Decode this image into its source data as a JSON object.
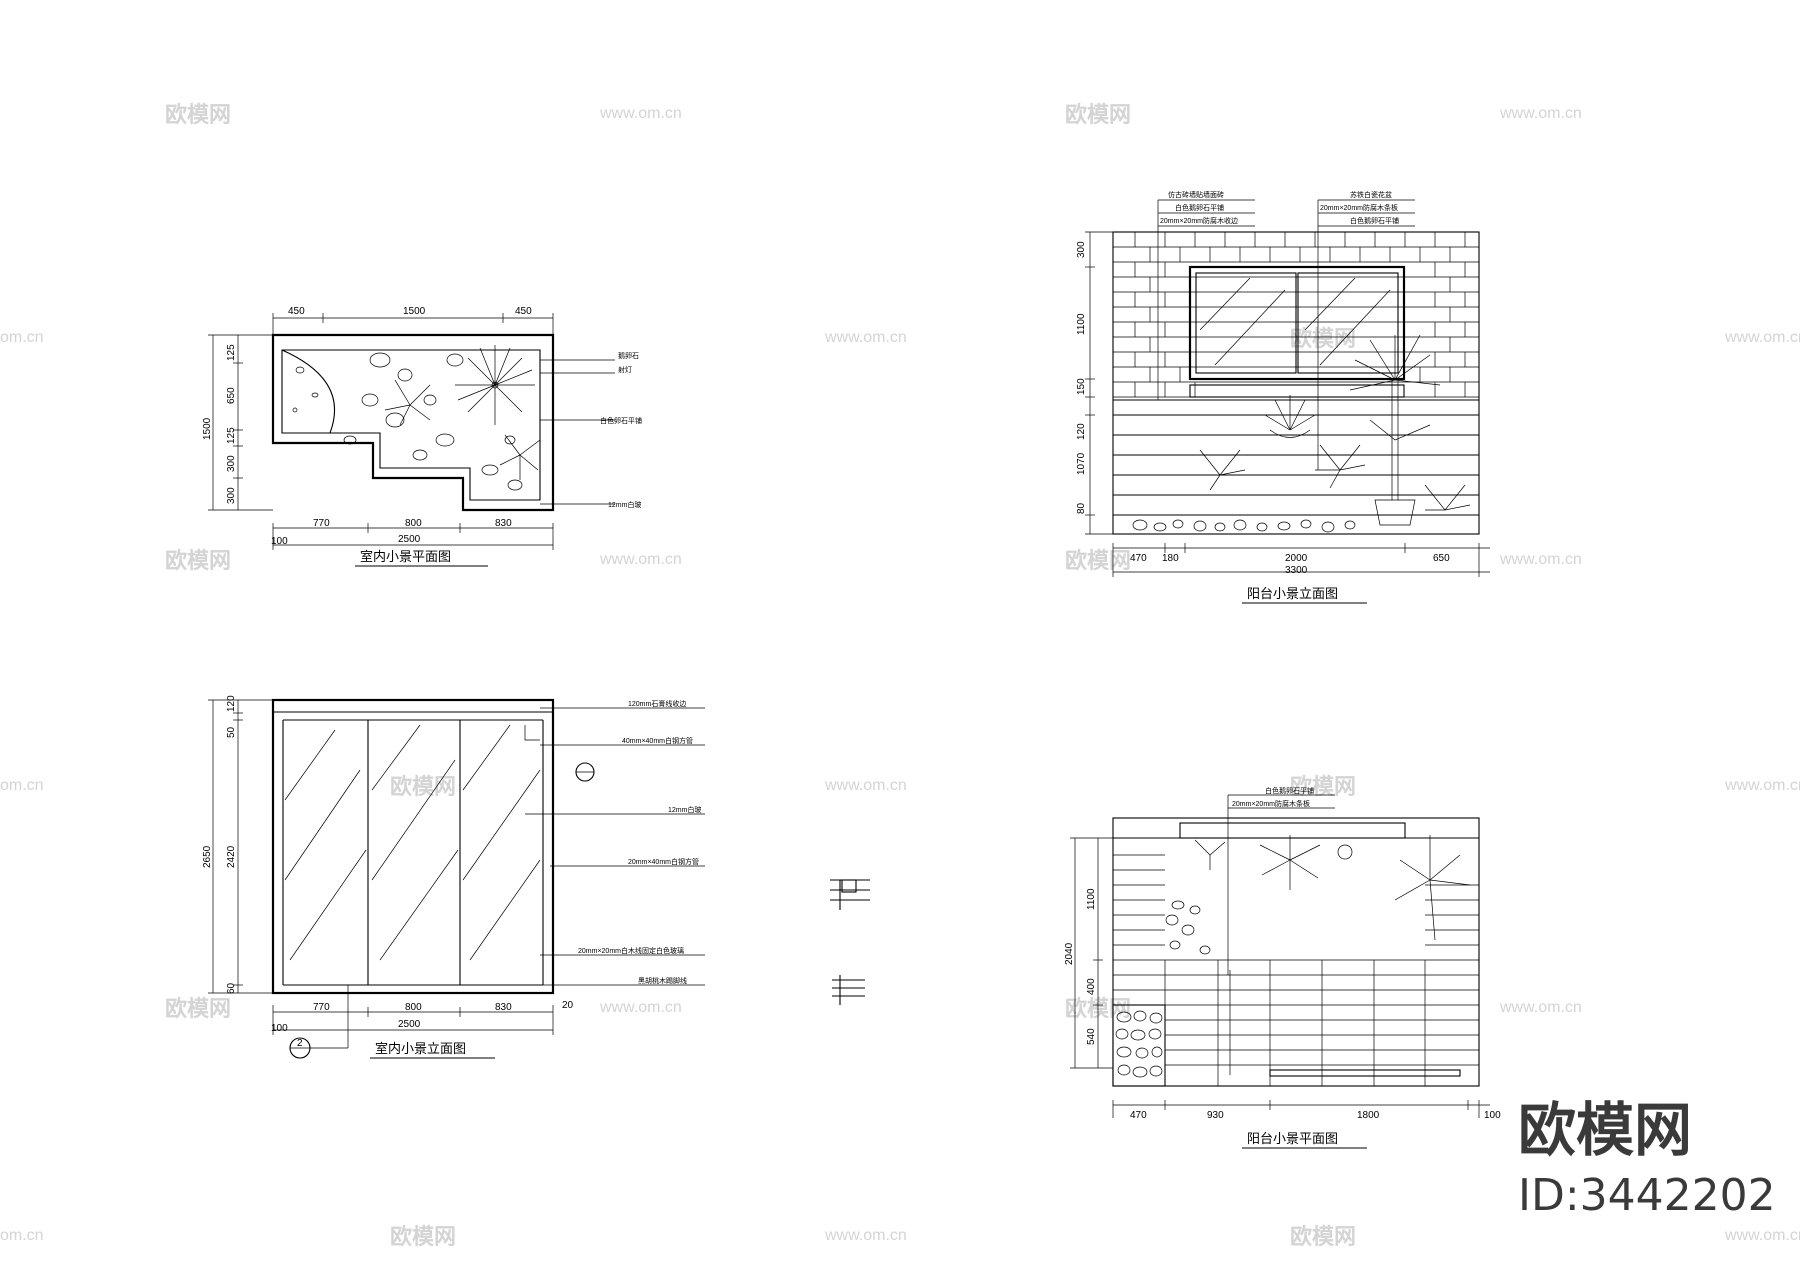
{
  "watermarks": {
    "cn": "欧模网",
    "url": "www.om.cn",
    "url_cut": "om.cn"
  },
  "brand": {
    "name": "欧模网",
    "id": "ID:3442202"
  },
  "drawings": {
    "indoor_plan": {
      "title": "室内小景平面图",
      "top_dims": [
        "450",
        "1500",
        "450"
      ],
      "left_dims": [
        "125",
        "650",
        "125",
        "300",
        "300"
      ],
      "left_total": "1500",
      "bottom_dims": [
        "770",
        "800",
        "830"
      ],
      "bottom_total": "2500",
      "bottom_offset": "100",
      "notes": [
        "鹅卵石",
        "射灯",
        "白色卵石平铺",
        "12mm白玻"
      ]
    },
    "indoor_elevation": {
      "title": "室内小景立面图",
      "callout": "2",
      "left_dims": [
        "120",
        "50",
        "2420",
        "60"
      ],
      "left_total": "2650",
      "bottom_dims": [
        "770",
        "800",
        "830"
      ],
      "bottom_total": "2500",
      "bottom_offset": "100",
      "right_dim": "20",
      "notes": [
        "120mm石膏线收边",
        "40mm×40mm白钢方管",
        "12mm白玻",
        "20mm×40mm白钢方管",
        "20mm×20mm白木线固定白色玻璃",
        "黑胡桃木踢脚线"
      ]
    },
    "balcony_elevation": {
      "title": "阳台小景立面图",
      "left_dims": [
        "300",
        "1100",
        "150",
        "120",
        "1070",
        "80"
      ],
      "bottom_dims": [
        "470",
        "180",
        "2000",
        "650"
      ],
      "bottom_total": "3300",
      "notes_left": [
        "仿古砖墙贴墙面砖",
        "白色鹅卵石平铺",
        "20mm×20mm防腐木收边"
      ],
      "notes_right": [
        "苏铁白瓷花盆",
        "20mm×20mm防腐木条板",
        "白色鹅卵石平铺"
      ]
    },
    "balcony_plan": {
      "title": "阳台小景平面图",
      "left_dims": [
        "1100",
        "400",
        "540"
      ],
      "left_total": "2040",
      "bottom_dims": [
        "470",
        "930",
        "1800",
        "100"
      ],
      "notes": [
        "白色鹅卵石平铺",
        "20mm×20mm防腐木条板"
      ]
    }
  }
}
